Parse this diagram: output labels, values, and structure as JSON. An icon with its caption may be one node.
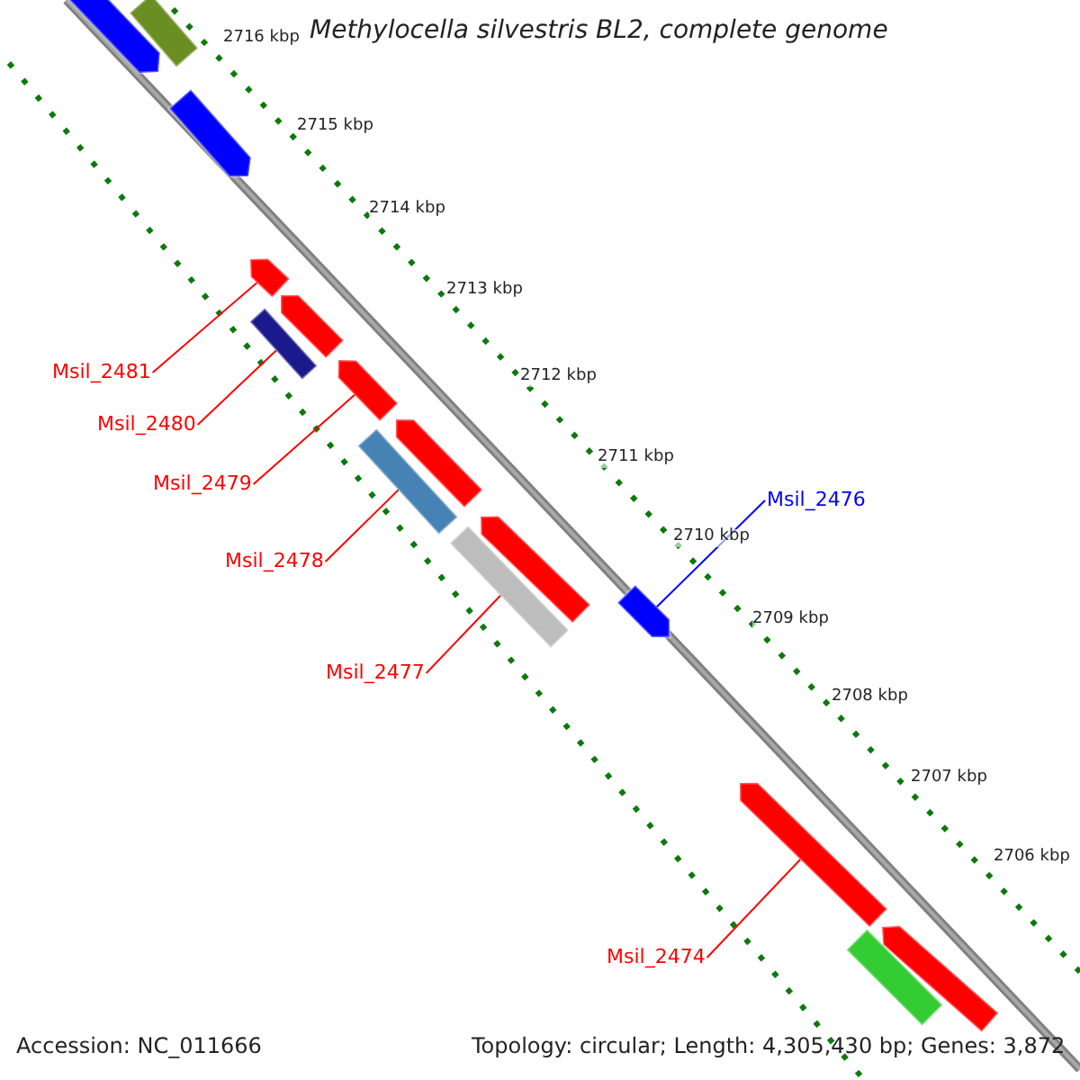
{
  "diagram": {
    "title": "Methylocella silvestris BL2, complete genome",
    "nodes": [
      {
        "text": [
          "Msil_2481"
        ]
      },
      {
        "text": [
          "Msil_2480"
        ]
      },
      {
        "text": [
          "Msil_2479"
        ]
      },
      {
        "text": [
          "Msil_2476"
        ]
      },
      {
        "text": [
          "Msil_2478"
        ]
      },
      {
        "text": [
          "Msil_2477"
        ]
      },
      {
        "text": [
          "Msil_2474"
        ]
      },
      {
        "text": [],
        "shape": "bar"
      },
      {
        "text": [],
        "shape": "bar"
      },
      {
        "text": [],
        "shape": "bar"
      },
      {
        "text": [],
        "shape": "bar"
      },
      {
        "text": [],
        "shape": "bar"
      },
      {
        "text": [],
        "shape": "bar"
      },
      {
        "text": [],
        "shape": "bar"
      },
      {
        "text": [],
        "shape": "bar"
      },
      {
        "text": [],
        "shape": "bar"
      },
      {
        "text": [],
        "shape": "bar"
      },
      {
        "text": [],
        "shape": "bar"
      },
      {
        "text": [],
        "shape": "bar"
      },
      {
        "text": [],
        "shape": "bar"
      },
      {
        "text": [],
        "shape": "bar"
      },
      {
        "text": [],
        "shape": "bar"
      }
    ],
    "edges": [
      {
        "from": 0,
        "to": 10,
        "arrow": "none"
      },
      {
        "from": 1,
        "to": 12,
        "arrow": "none"
      },
      {
        "from": 2,
        "to": 13,
        "arrow": "none"
      },
      {
        "from": 3,
        "to": 18,
        "arrow": "none",
        "color": "#0000ff"
      },
      {
        "from": 4,
        "to": 15,
        "arrow": "none"
      },
      {
        "from": 5,
        "to": 17,
        "arrow": "none"
      },
      {
        "from": 6,
        "to": 19,
        "arrow": "none"
      }
    ],
    "labels": [
      "2716 kbp",
      "2715 kbp",
      "2714 kbp",
      "2713 kbp",
      "2712 kbp",
      "2711 kbp",
      "2710 kbp",
      "2709 kbp",
      "2708 kbp",
      "2707 kbp",
      "2706 kbp",
      "Accession: NC_011666",
      "Topology: circular; Length: 4,305,430 bp; Genes: 3,872"
    ]
  }
}
